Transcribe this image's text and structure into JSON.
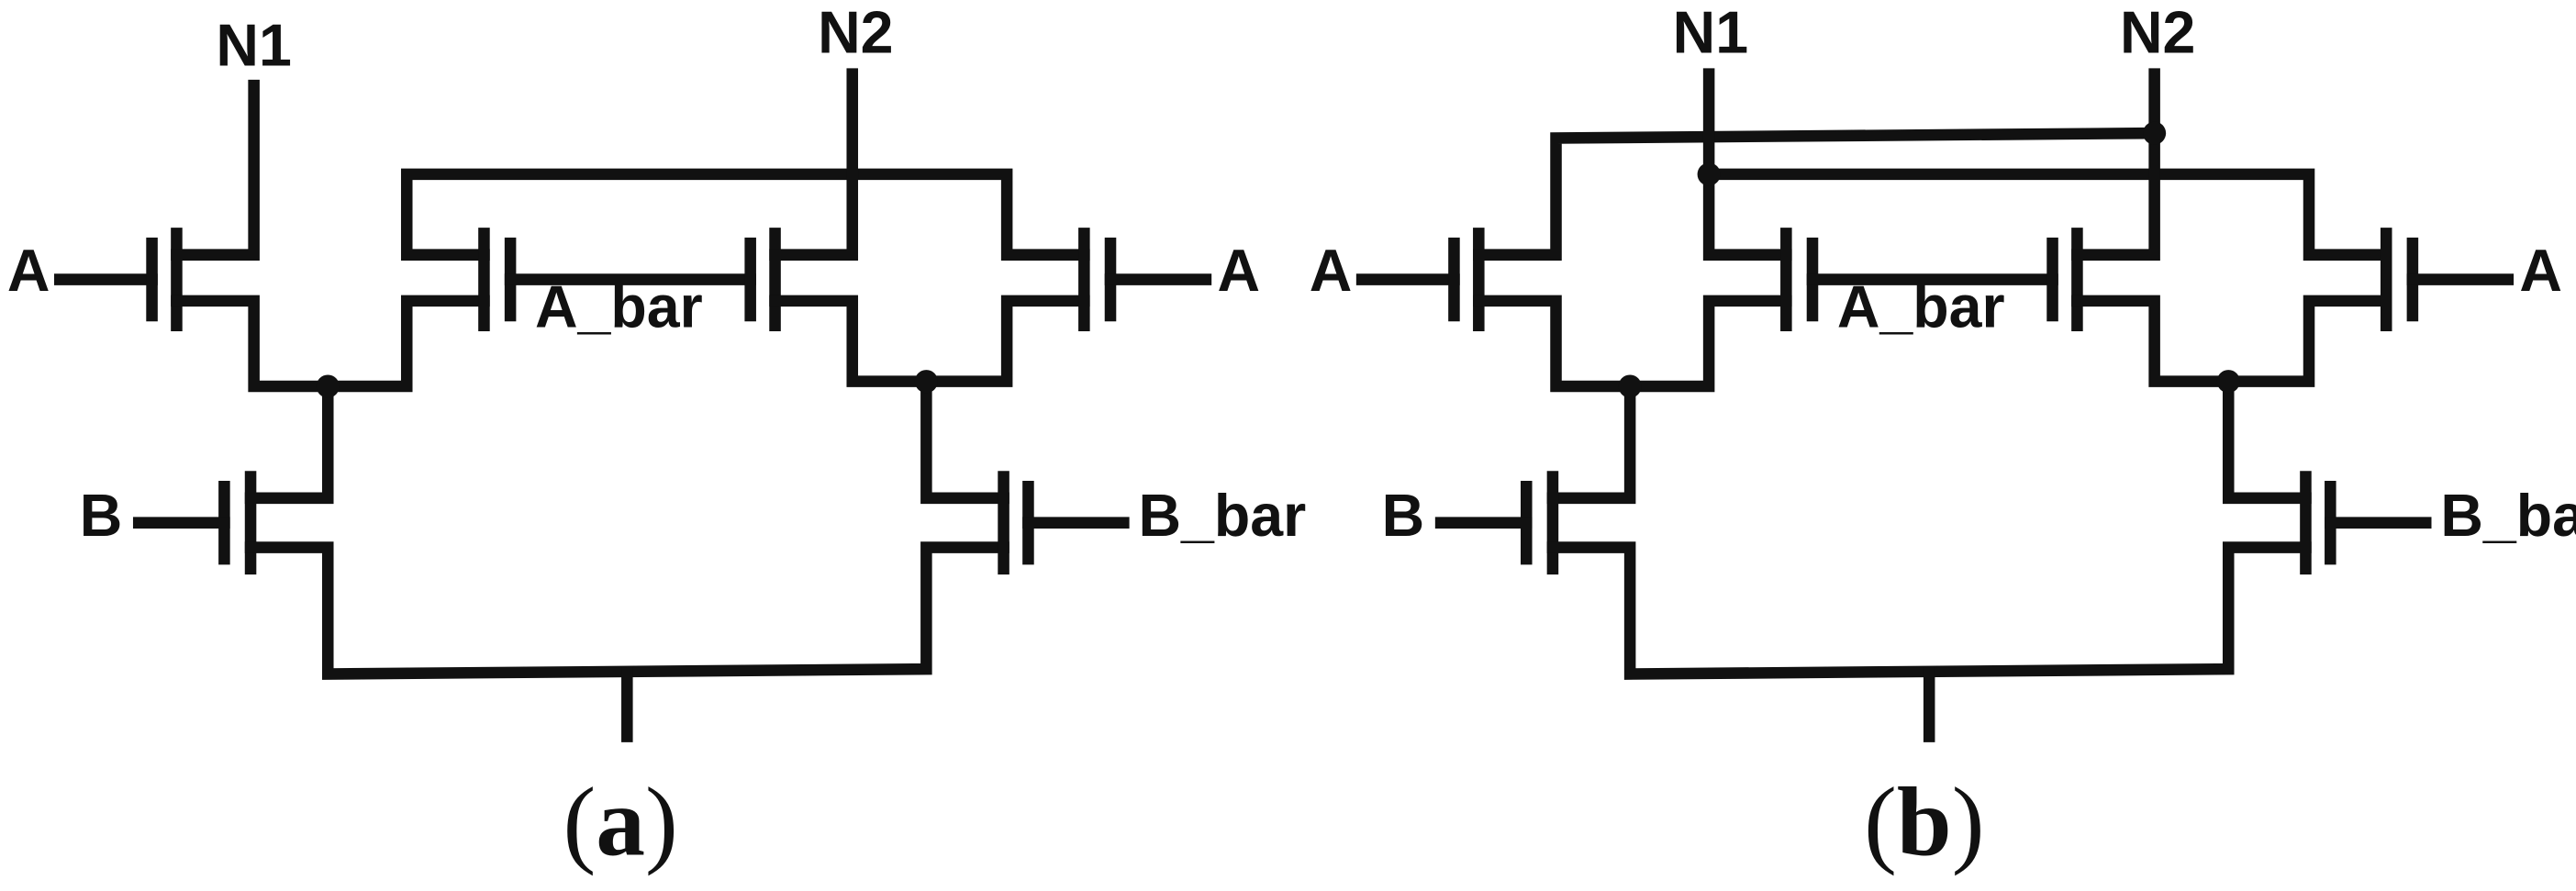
{
  "figure": {
    "panel_a": {
      "caption": {
        "open": "(",
        "letter": "a",
        "close": ")"
      },
      "labels": {
        "n1": "N1",
        "n2": "N2",
        "a_left": "A",
        "a_right": "A",
        "a_bar": "A_bar",
        "b": "B",
        "b_bar": "B_bar"
      }
    },
    "panel_b": {
      "caption": {
        "open": "(",
        "letter": "b",
        "close": ")"
      },
      "labels": {
        "n1": "N1",
        "n2": "N2",
        "a_left": "A",
        "a_right": "A",
        "a_bar": "A_bar",
        "b": "B",
        "b_bar": "B_bar"
      }
    }
  },
  "colors": {
    "wire": "#111111",
    "background": "#ffffff"
  }
}
